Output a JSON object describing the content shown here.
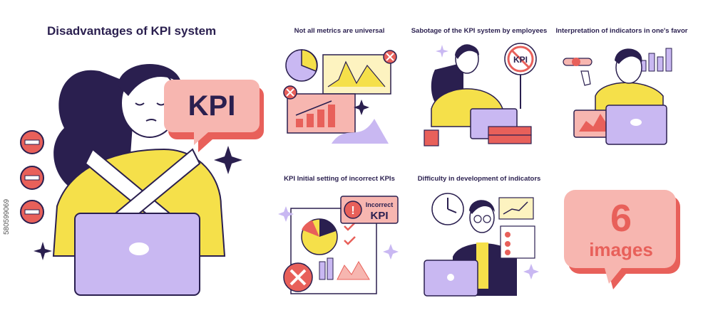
{
  "title": "Disadvantages of KPI system",
  "hero": {
    "speech_bubble_text": "KPI"
  },
  "scenes": [
    {
      "caption": "Not all metrics are universal"
    },
    {
      "caption": "Sabotage of the KPI system by employees",
      "sign_text": "KPI"
    },
    {
      "caption": "Interpretation of indicators in one's favor"
    },
    {
      "caption": "KPI Initial setting of incorrect KPIs",
      "label_line1": "Incorrect",
      "label_line2": "KPI"
    },
    {
      "caption": "Difficulty in development of indicators"
    }
  ],
  "badge": {
    "count": "6",
    "label": "images"
  },
  "side_id": "580599069",
  "colors": {
    "navy": "#2a1f4f",
    "lavender": "#c9b8f2",
    "yellow": "#f5e04a",
    "coral": "#e8605a",
    "pink": "#f7b6b0",
    "cream": "#fdf3c0"
  }
}
